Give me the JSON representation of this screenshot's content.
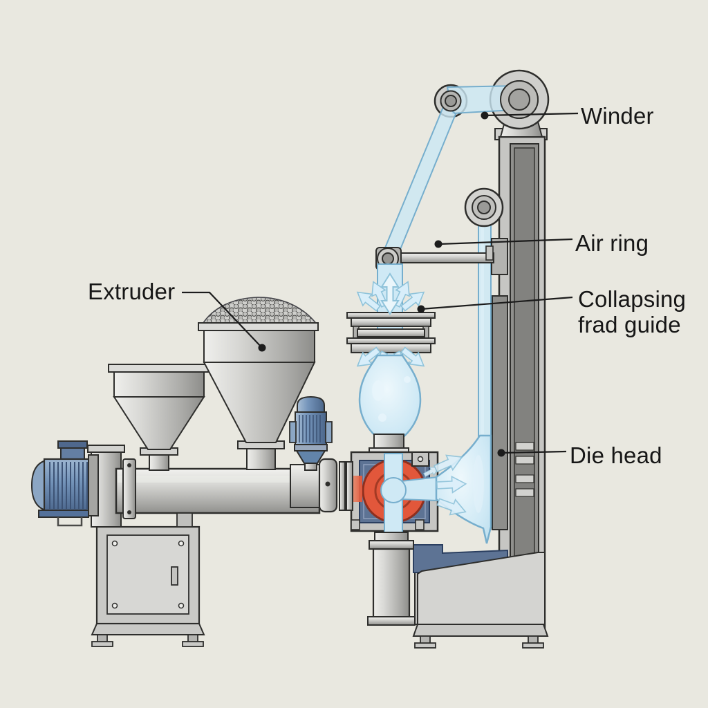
{
  "figure": {
    "type": "technical-diagram",
    "subject": "blown film extrusion line cross-section"
  },
  "labels": {
    "extruder": {
      "text": "Extruder"
    },
    "winder": {
      "text": "Winder"
    },
    "air_ring": {
      "text": "Air ring"
    },
    "collapsing_guide": {
      "line1": "Collapsing",
      "line2": "frad guide"
    },
    "die_head": {
      "text": "Die head"
    }
  },
  "components": [
    "extruder-motor",
    "motor-junction-box",
    "gearbox-stand",
    "extruder-barrel",
    "feed-hopper-small",
    "feed-hopper-large",
    "plastic-pellets",
    "gear-pump-motor",
    "barrel-end-flange",
    "die-head",
    "melt-ring",
    "air-ring",
    "air-flow-arrows",
    "film-bubble",
    "blown-film-trumpet",
    "collapsing-panel",
    "guide-arm",
    "guide-rollers",
    "winder-rollers",
    "support-column",
    "electrical-cabinet",
    "machine-base-left",
    "machine-base-right",
    "die-support-cylinder"
  ],
  "colors": {
    "background": "#e9e8e0",
    "label_text": "#161616",
    "leader_line": "#1c1c1c",
    "film_blue": "#cfe9f5",
    "film_border": "#76aecd",
    "metal_light": "#d6d6d3",
    "metal_mid": "#b5b5b2",
    "metal_dark": "#8e8e8b",
    "outline": "#2e2e2c",
    "slate_blue": "#5d7394",
    "slate_border": "#2b3f60",
    "melt_orange": "#e2573b",
    "melt_orange_dark": "#8e2f1e",
    "motor_blue": "#7292b8"
  }
}
